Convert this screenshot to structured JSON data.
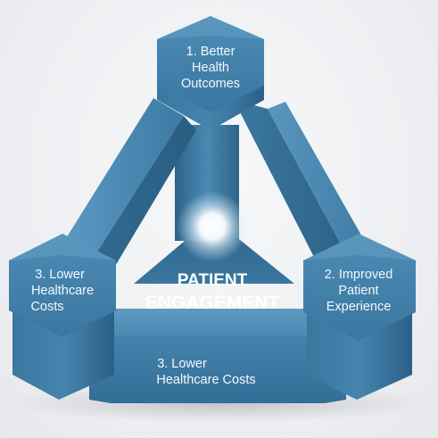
{
  "diagram": {
    "center": {
      "line1": "PATIENT",
      "line2": "ENGAGEMENT"
    },
    "nodes": {
      "top": {
        "lines": [
          "1. Better",
          "Health",
          "Outcomes"
        ]
      },
      "left": {
        "lines": [
          "3. Lower",
          "Healthcare",
          "Costs"
        ]
      },
      "right": {
        "lines": [
          "2. Improved",
          "Patient",
          "Experience"
        ]
      },
      "bottom": {
        "lines": [
          "3. Lower",
          "Healthcare Costs"
        ]
      }
    },
    "colors": {
      "face": "#3f7fa8",
      "face_light": "#5d9bc2",
      "face_dark": "#2b5f82",
      "glow": "#ffffff",
      "background": "#eceef1"
    }
  }
}
